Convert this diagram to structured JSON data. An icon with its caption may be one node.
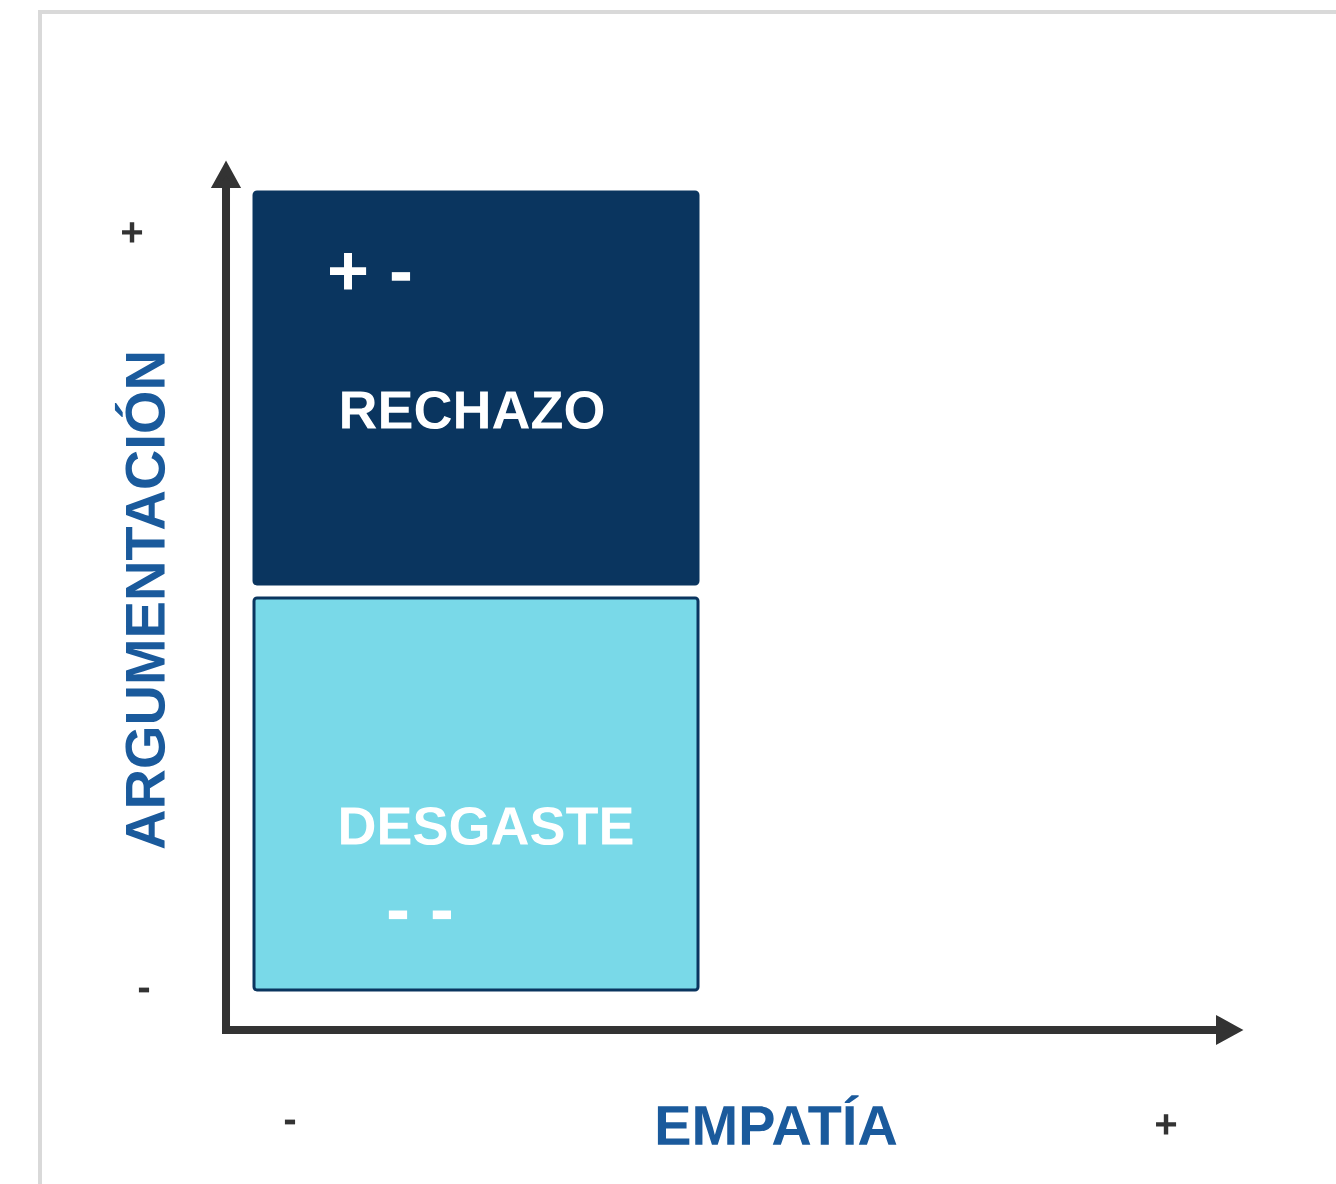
{
  "diagram": {
    "nodes": [
      {
        "text": [
          "+ -",
          "RECHAZO"
        ]
      },
      {
        "text": [
          "DESGASTE",
          "- -"
        ]
      }
    ],
    "labels": [
      "+",
      "ARGUMENTACIÓN",
      "-",
      "-",
      "EMPATÍA",
      "+"
    ]
  }
}
